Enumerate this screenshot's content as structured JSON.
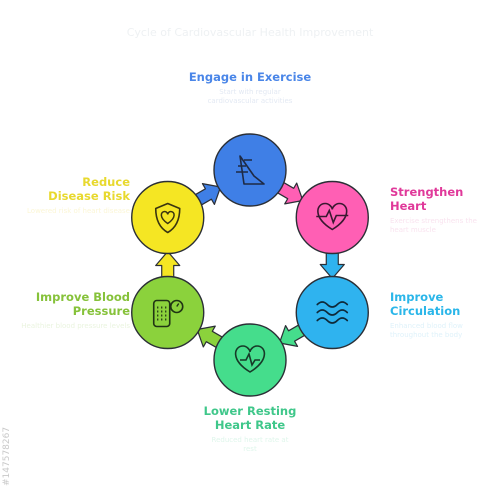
{
  "title": "Cycle of Cardiovascular Health Improvement",
  "stock_id": "#147578267",
  "steps": [
    {
      "id": "exercise",
      "heading": "Engage in Exercise",
      "desc": "Start with regular cardiovascular activities",
      "color": "#4a86e8",
      "fill": "#3f7fe6",
      "icon": "running-shoe-icon"
    },
    {
      "id": "heart",
      "heading": "Strengthen Heart",
      "desc": "Exercise strengthens the heart muscle",
      "color": "#e0399a",
      "fill": "#ff5fb4",
      "icon": "heartbeat-heart-icon"
    },
    {
      "id": "circulation",
      "heading": "Improve Circulation",
      "desc": "Enhanced blood flow throughout the body",
      "color": "#2ab6e9",
      "fill": "#2fb3ef",
      "icon": "wind-waves-icon"
    },
    {
      "id": "rate",
      "heading": "Lower Resting Heart Rate",
      "desc": "Reduced heart rate at rest",
      "color": "#3fc78a",
      "fill": "#45dd8c",
      "icon": "heart-pulse-icon"
    },
    {
      "id": "pressure",
      "heading": "Improve Blood Pressure",
      "desc": "Healthier blood pressure levels",
      "color": "#86c23a",
      "fill": "#8bd23c",
      "icon": "blood-pressure-monitor-icon"
    },
    {
      "id": "disease",
      "heading": "Reduce Disease Risk",
      "desc": "Lowered risk of heart disease",
      "color": "#e8d92e",
      "fill": "#f5e623",
      "icon": "shield-heart-icon"
    }
  ]
}
